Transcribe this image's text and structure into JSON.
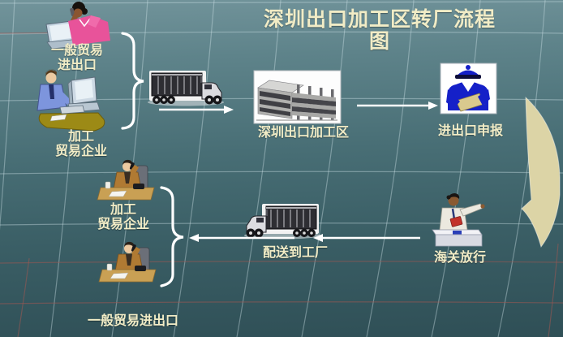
{
  "title": "深圳出口加工区转厂流程图",
  "colors": {
    "background_top": "#72949b",
    "background_bottom": "#2f4f56",
    "text": "#f1ecc6",
    "arrow": "#ffffff",
    "yellow_arrow": "#dcd4a6",
    "officer_icon_blue": "#1520c8"
  },
  "nodes": {
    "general_trade_top": {
      "label": "一般贸易\n进出口"
    },
    "processing_enterprise_top": {
      "label": "加工\n贸易企业"
    },
    "zone": {
      "label": "深圳出口加工区"
    },
    "declaration": {
      "label": "进出口申报"
    },
    "processing_enterprise_bottom": {
      "label": "加工\n贸易企业"
    },
    "delivery": {
      "label": "配送到工厂"
    },
    "customs_release": {
      "label": "海关放行"
    },
    "general_trade_bottom": {
      "label": "一般贸易进出口"
    }
  },
  "icons": [
    "woman-on-phone",
    "trader-at-computer",
    "truck-right",
    "factory-building",
    "customs-declaration-officer",
    "customs-officer-at-desk",
    "truck-left",
    "manager-at-desk-phone",
    "curved-yellow-arrow"
  ]
}
